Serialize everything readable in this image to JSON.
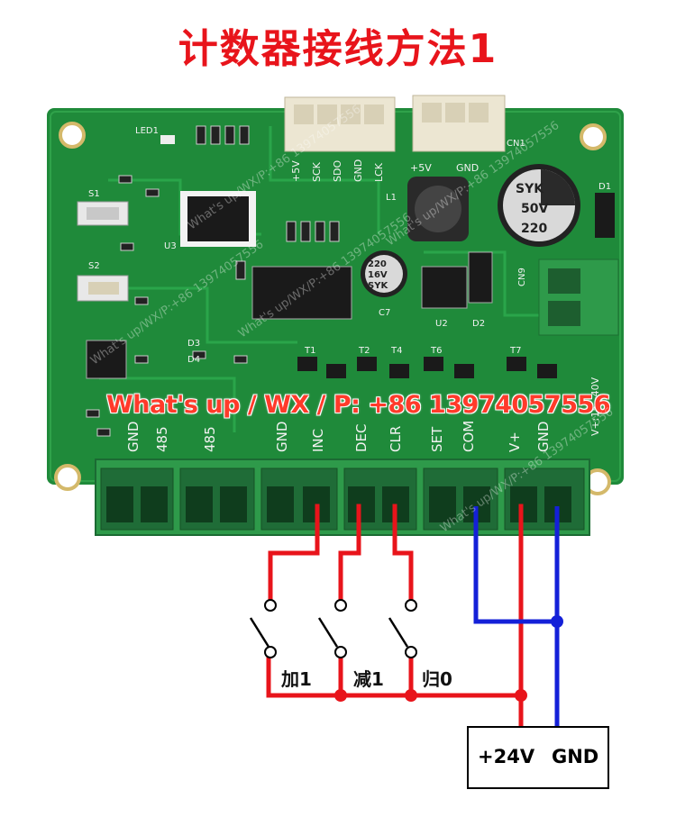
{
  "title": "计数器接线方法1",
  "watermark": "What's up / WX / P: +86 13974057556",
  "watermark_small": "What's up/WX/P:+86 13974057556",
  "terminals": [
    "GND",
    "485",
    "485",
    "GND",
    "INC",
    "DEC",
    "CLR",
    "SET",
    "COM",
    "V+",
    "GND"
  ],
  "top_connector_1": [
    "+5V",
    "SCK",
    "SDO",
    "GND",
    "LCK"
  ],
  "top_connector_2": [
    "+5V",
    "GND"
  ],
  "board_labels": {
    "led": "LED1",
    "cn1": "CN1",
    "cn9": "CN9",
    "l1": "L1",
    "d1": "D1",
    "d2": "D2",
    "d3": "D3",
    "d4": "D4",
    "u2": "U2",
    "u3": "U3",
    "s1": "S1",
    "s2": "S2",
    "c7": "C7",
    "voltage": "V+:15~40V",
    "cap_big": [
      "220",
      "50V",
      "SYK"
    ],
    "cap_small": [
      "220",
      "16V",
      "SYK"
    ],
    "t_labels": [
      "T1",
      "T2",
      "T4",
      "T6",
      "T7"
    ]
  },
  "switches": [
    "加1",
    "减1",
    "归0"
  ],
  "supply": {
    "v": "+24V",
    "gnd": "GND"
  },
  "colors": {
    "board": "#1f8a3a",
    "terminal": "#2e9a4a",
    "wire_pos": "#e8141b",
    "wire_gnd": "#1420d8",
    "title": "#e8141b"
  }
}
